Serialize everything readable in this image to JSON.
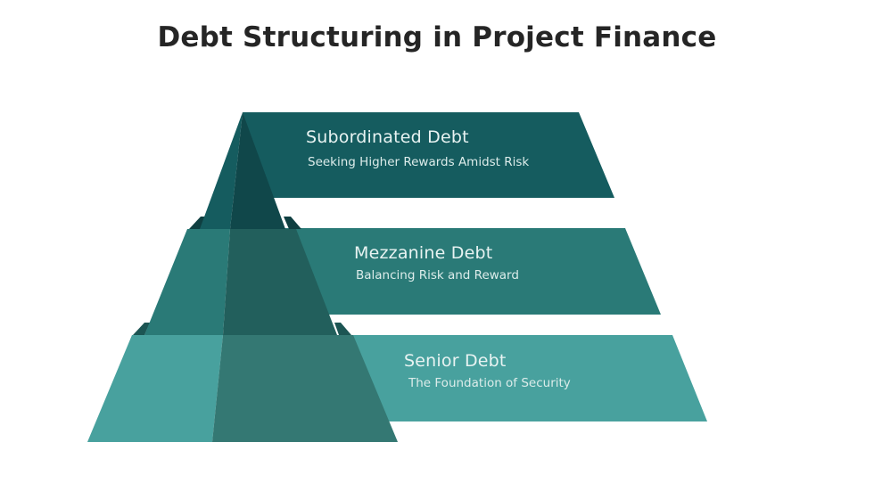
{
  "title": "Debt Structuring in Project Finance",
  "colors": {
    "tier_top": "#155c5f",
    "tier_mid": "#2a7a77",
    "tier_bottom": "#48a19e",
    "title_text": "#252525",
    "label_text": "#e8f3f2"
  },
  "tiers": [
    {
      "name": "Subordinated Debt",
      "subtitle": "Seeking Higher Rewards Amidst Risk",
      "level": "top"
    },
    {
      "name": "Mezzanine Debt",
      "subtitle": "Balancing Risk and Reward",
      "level": "middle"
    },
    {
      "name": "Senior Debt",
      "subtitle": "The Foundation of Security",
      "level": "bottom"
    }
  ]
}
